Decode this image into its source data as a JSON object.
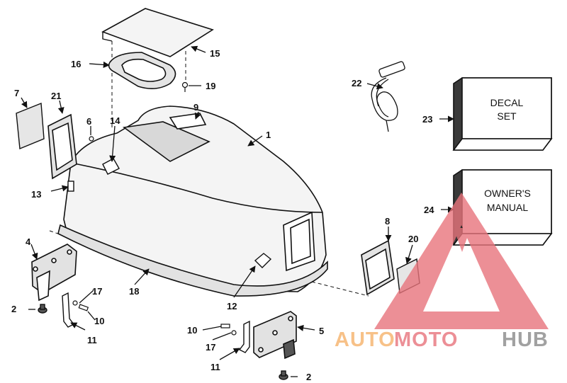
{
  "callouts": {
    "c1": "1",
    "c2a": "2",
    "c2b": "2",
    "c4": "4",
    "c5": "5",
    "c6": "6",
    "c7": "7",
    "c8": "8",
    "c9": "9",
    "c10a": "10",
    "c10b": "10",
    "c11a": "11",
    "c11b": "11",
    "c12": "12",
    "c13": "13",
    "c14": "14",
    "c15": "15",
    "c16": "16",
    "c17a": "17",
    "c17b": "17",
    "c18": "18",
    "c19": "19",
    "c20": "20",
    "c21": "21",
    "c22": "22",
    "c23": "23",
    "c24": "24"
  },
  "decal_box": {
    "line1": "DECAL",
    "line2": "SET"
  },
  "manual_box": {
    "line1": "OWNER'S",
    "line2": "MANUAL"
  },
  "watermark": {
    "part1": "AUTO",
    "part2": "MOTO",
    "part3": "HUB"
  },
  "colors": {
    "line": "#111111",
    "watermark_orange": "#f6b26b",
    "watermark_red": "#e8747c",
    "watermark_gray": "#8a8a8a"
  }
}
